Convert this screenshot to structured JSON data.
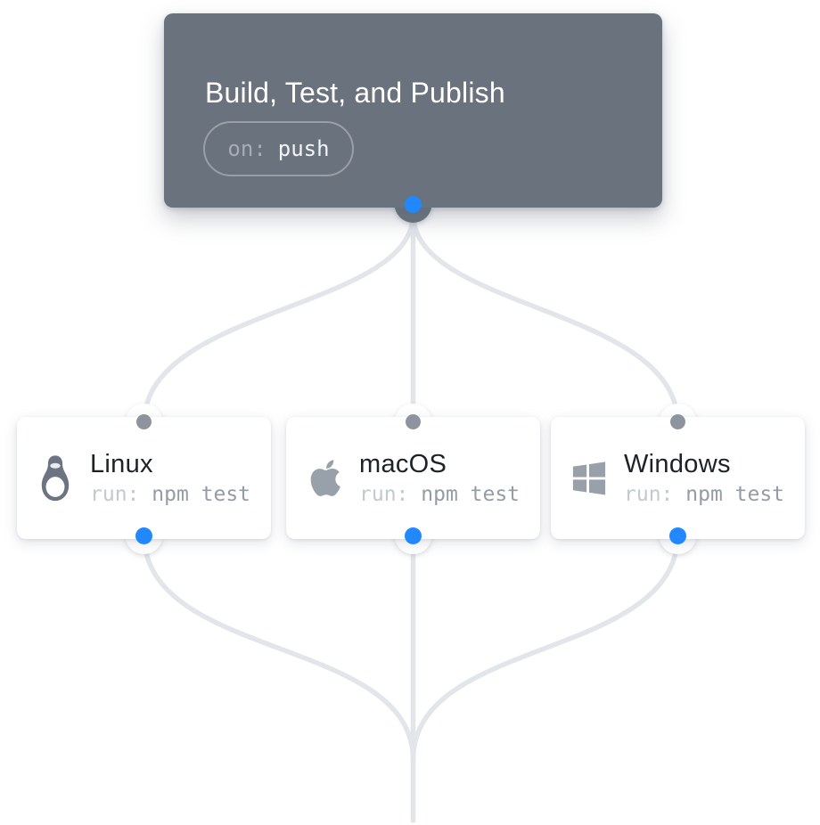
{
  "workflow": {
    "title": "Build, Test, and Publish",
    "trigger": {
      "key": "on:",
      "value": "push"
    }
  },
  "jobs": [
    {
      "label": "Linux",
      "icon": "tux-penguin-icon",
      "run_key": "run:",
      "run_value": "npm test"
    },
    {
      "label": "macOS",
      "icon": "apple-icon",
      "run_key": "run:",
      "run_value": "npm test"
    },
    {
      "label": "Windows",
      "icon": "windows-icon",
      "run_key": "run:",
      "run_value": "npm test"
    }
  ],
  "colors": {
    "accent_blue": "#2188ff",
    "trigger_card_gray": "#6a727e",
    "connector_gray": "#e2e5e9",
    "input_port_gray": "#8d949d",
    "icon_gray": "#98a0aa",
    "card_background": "#ffffff"
  }
}
